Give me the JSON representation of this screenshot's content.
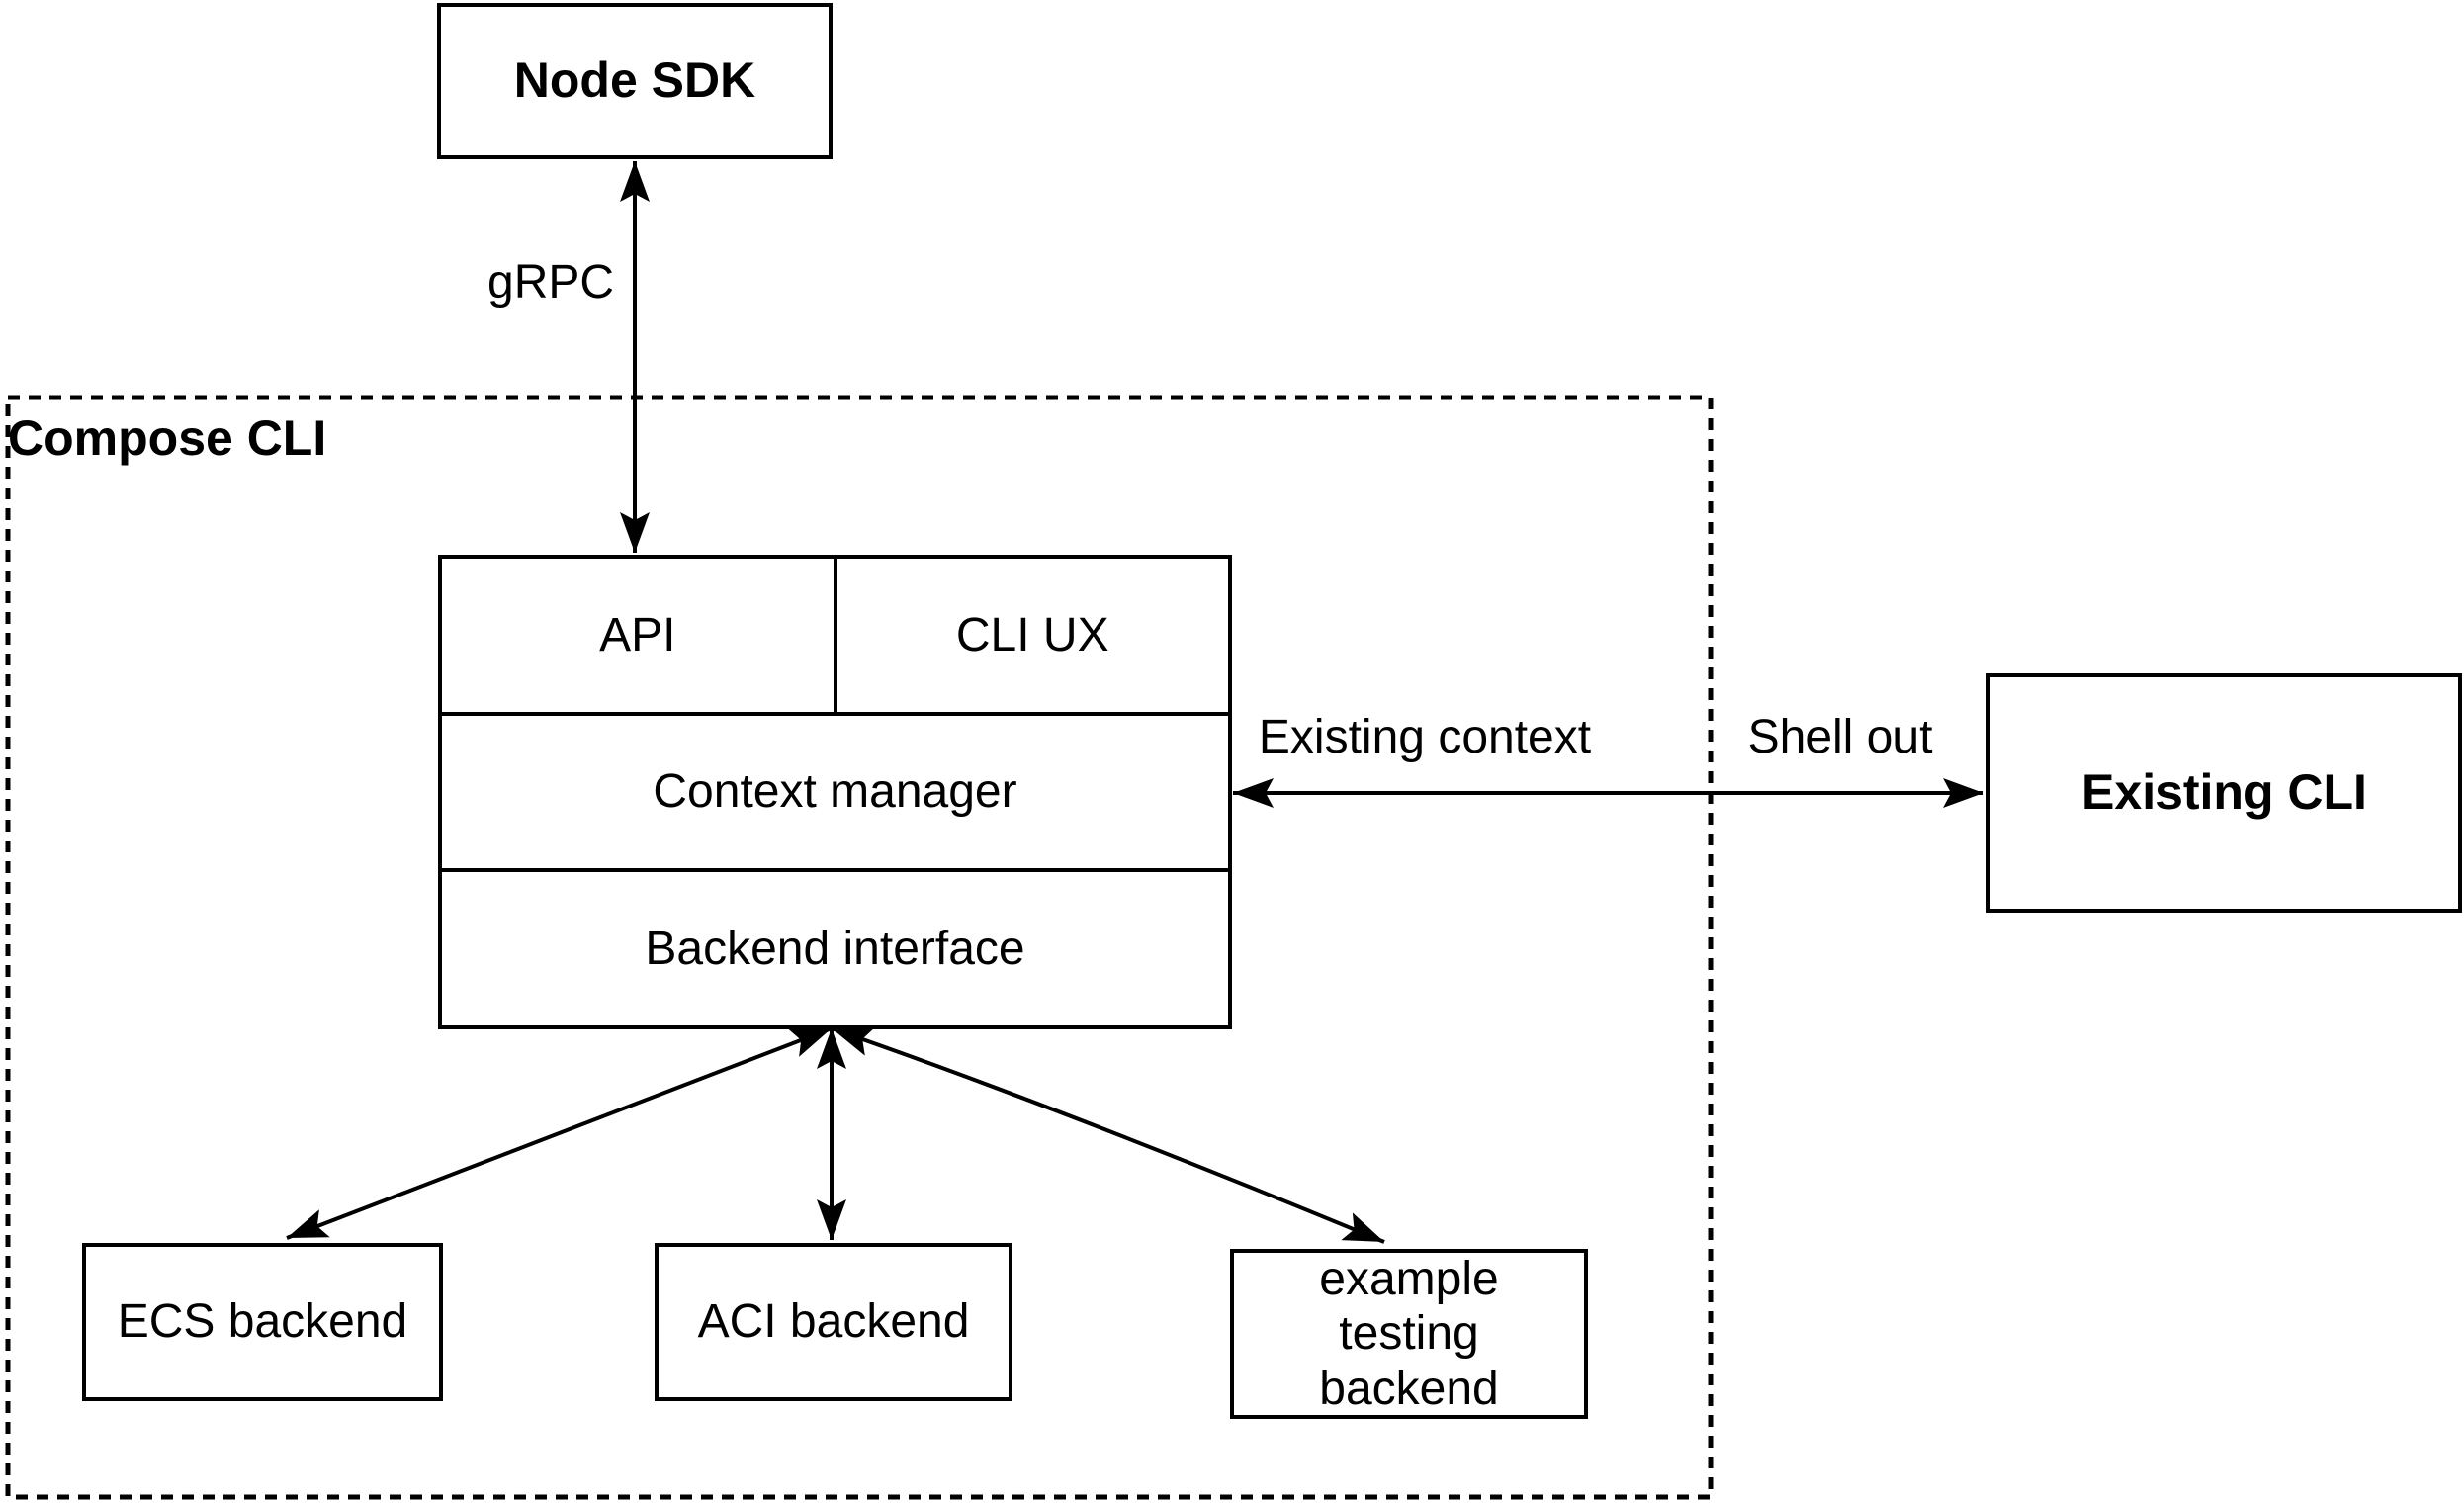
{
  "diagram": {
    "container": {
      "label": "Compose CLI"
    },
    "nodes": {
      "node_sdk": {
        "label": "Node SDK"
      },
      "api": {
        "label": "API"
      },
      "cli_ux": {
        "label": "CLI UX"
      },
      "context_manager": {
        "label": "Context manager"
      },
      "backend_interface": {
        "label": "Backend interface"
      },
      "existing_cli": {
        "label": "Existing CLI"
      },
      "ecs_backend": {
        "label": "ECS backend"
      },
      "aci_backend": {
        "label": "ACI backend"
      },
      "example_testing_backend": {
        "label": "example testing backend"
      }
    },
    "edges": {
      "grpc": {
        "label": "gRPC"
      },
      "existing_context": {
        "label": "Existing context"
      },
      "shell_out": {
        "label": "Shell out"
      }
    },
    "colors": {
      "stroke": "#000000",
      "text": "#000000",
      "background": "#ffffff"
    }
  }
}
